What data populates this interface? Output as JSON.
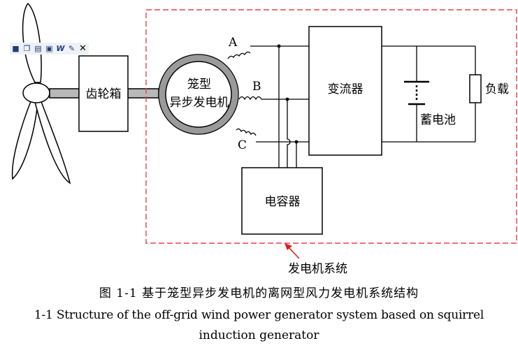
{
  "toolbar": {
    "icons": [
      "save-icon",
      "copy-icon",
      "print-icon",
      "fax-icon",
      "word-icon",
      "edit-icon",
      "close-icon"
    ],
    "close_glyph": "✕"
  },
  "diagram": {
    "gearbox": "齿轮箱",
    "generator_line1": "笼型",
    "generator_line2": "异步发电机",
    "phase_a": "A",
    "phase_b": "B",
    "phase_c": "C",
    "converter": "变流器",
    "battery": "蓄电池",
    "load": "负载",
    "capacitor": "电容器",
    "system_label": "发电机系统",
    "colors": {
      "dashed_box": "#e8404a",
      "generator_ring": "#9a9a9a",
      "shaft": "#b8b8b8",
      "arrow": "#d8201a"
    }
  },
  "caption": {
    "cn": "图 1-1  基于笼型异步发电机的离网型风力发电机系统结构",
    "en_line1": "1-1 Structure of the off-grid wind power generator system based on squirrel",
    "en_line2": "induction generator"
  }
}
